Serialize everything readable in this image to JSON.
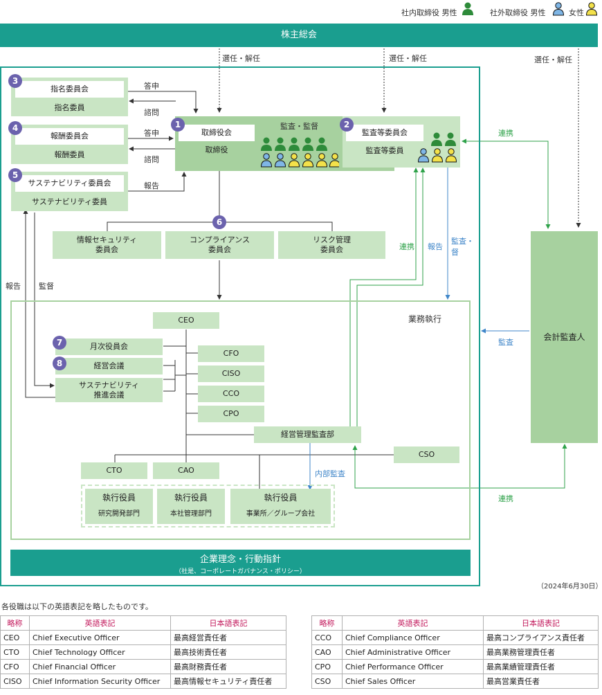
{
  "legend": {
    "inside_label": "社内取締役 男性",
    "outside_label": "社外取締役 男性",
    "female_label": "女性"
  },
  "shareholders": "株主総会",
  "appoint": "選任・解任",
  "committees": {
    "nomination": {
      "num": "3",
      "meeting": "指名委員会",
      "members": "指名委員"
    },
    "compensation": {
      "num": "4",
      "meeting": "報酬委員会",
      "members": "報酬委員"
    },
    "sustainability": {
      "num": "5",
      "meeting": "サステナビリティ委員会",
      "members": "サステナビリティ委員"
    }
  },
  "arrows": {
    "answer": "答申",
    "consult": "諮問",
    "report": "報告",
    "audit_supervise": "監査・監督",
    "supervise": "監督",
    "cooperation": "連携",
    "audit": "監査",
    "audit_supervise_v1": "監査・",
    "audit_supervise_v2": "督",
    "internal_audit": "内部監査"
  },
  "board": {
    "num": "1",
    "meeting": "取締役会",
    "members": "取締役"
  },
  "audit_committee": {
    "num": "2",
    "meeting": "監査等委員会",
    "members": "監査等委員"
  },
  "risk_committees": {
    "num": "6",
    "security": [
      "情報セキュリティ",
      "委員会"
    ],
    "compliance": [
      "コンプライアンス",
      "委員会"
    ],
    "risk": [
      "リスク管理",
      "委員会"
    ]
  },
  "auditor": "会計監査人",
  "execution": {
    "title": "業務執行",
    "ceo": "CEO",
    "monthly": {
      "num": "7",
      "label": "月次役員会"
    },
    "management": {
      "num": "8",
      "label": "経営会議"
    },
    "sustain_promo": [
      "サステナビリティ",
      "推進会議"
    ],
    "cfo": "CFO",
    "ciso": "CISO",
    "cco": "CCO",
    "cpo": "CPO",
    "audit_dept": "経営管理監査部",
    "cso": "CSO",
    "cto": "CTO",
    "cao": "CAO",
    "officers": [
      {
        "title": "執行役員",
        "dept": "研究開発部門"
      },
      {
        "title": "執行役員",
        "dept": "本社管理部門"
      },
      {
        "title": "執行役員",
        "dept": "事業所／グループ会社"
      }
    ]
  },
  "philosophy": {
    "title": "企業理念・行動指針",
    "sub": "（社是、コーポレートガバナンス・ポリシー）"
  },
  "date": "（2024年6月30日）",
  "abbr_note": "各役職は以下の英語表記を略したものです。",
  "abbr_headers": [
    "略称",
    "英語表記",
    "日本語表記"
  ],
  "abbr_left": [
    [
      "CEO",
      "Chief Executive Officer",
      "最高経営責任者"
    ],
    [
      "CTO",
      "Chief Technology Officer",
      "最高技術責任者"
    ],
    [
      "CFO",
      "Chief Financial Officer",
      "最高財務責任者"
    ],
    [
      "CISO",
      "Chief Information Security Officer",
      "最高情報セキュリティ責任者"
    ]
  ],
  "abbr_right": [
    [
      "CCO",
      "Chief Compliance Officer",
      "最高コンプライアンス責任者"
    ],
    [
      "CAO",
      "Chief Administrative Officer",
      "最高業務管理責任者"
    ],
    [
      "CPO",
      "Chief Performance Officer",
      "最高業績管理責任者"
    ],
    [
      "CSO",
      "Chief Sales Officer",
      "最高営業責任者"
    ]
  ],
  "colors": {
    "teal": "#1a9e8f",
    "inside": "#2e8b3a",
    "outside_male": "#7fb6e6",
    "female": "#f3e14a",
    "arrow_blue": "#3f86c9",
    "arrow_green": "#2fa24a"
  }
}
